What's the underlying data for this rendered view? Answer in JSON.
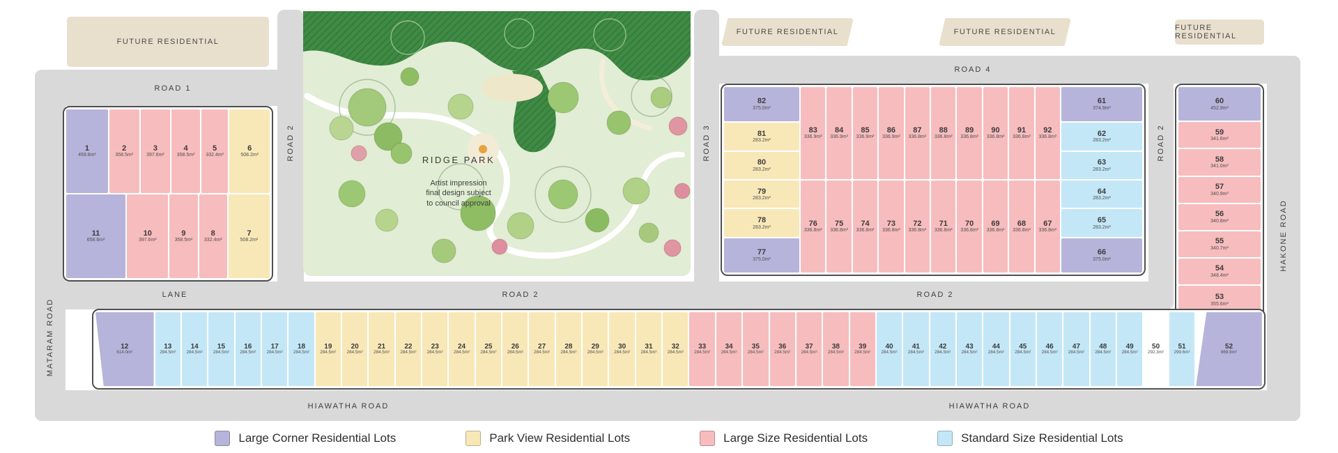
{
  "colors": {
    "corner": "#b6b4da",
    "park": "#f8e8b8",
    "large": "#f7bcbe",
    "standard": "#c3e7f7",
    "open": "#ffffff",
    "future": "#e9dfcd",
    "road": "#d9d9d9",
    "outline": "#4f4f4f"
  },
  "labels": {
    "future_residential": "FUTURE RESIDENTIAL",
    "road1": "ROAD 1",
    "road2": "ROAD 2",
    "road3": "ROAD 3",
    "road4": "ROAD 4",
    "lane": "LANE",
    "mataram": "MATARAM ROAD",
    "hakone": "HAKONE ROAD",
    "hiawatha": "HIAWATHA ROAD"
  },
  "park": {
    "title": "RIDGE PARK",
    "note_lines": [
      "Artist impression",
      "final design subject",
      "to council approval"
    ]
  },
  "legend": [
    {
      "label": "Large Corner Residential Lots",
      "type": "corner"
    },
    {
      "label": "Park View Residential Lots",
      "type": "park"
    },
    {
      "label": "Large Size Residential Lots",
      "type": "large"
    },
    {
      "label": "Standard Size Residential Lots",
      "type": "standard"
    }
  ],
  "blocks": {
    "west_row1": [
      {
        "n": "1",
        "a": "459.8m²",
        "t": "corner",
        "w": 1.4
      },
      {
        "n": "2",
        "a": "358.5m²",
        "t": "large",
        "w": 1
      },
      {
        "n": "3",
        "a": "397.6m²",
        "t": "large",
        "w": 1
      },
      {
        "n": "4",
        "a": "358.5m²",
        "t": "large",
        "w": 0.95
      },
      {
        "n": "5",
        "a": "332.4m²",
        "t": "large",
        "w": 0.9
      },
      {
        "n": "6",
        "a": "508.2m²",
        "t": "park",
        "w": 1.35
      }
    ],
    "west_row2": [
      {
        "n": "11",
        "a": "658.6m²",
        "t": "corner",
        "w": 1.8
      },
      {
        "n": "10",
        "a": "397.6m²",
        "t": "large",
        "w": 1.25
      },
      {
        "n": "9",
        "a": "358.5m²",
        "t": "large",
        "w": 0.85
      },
      {
        "n": "8",
        "a": "332.4m²",
        "t": "large",
        "w": 0.85
      },
      {
        "n": "7",
        "a": "508.2m²",
        "t": "park",
        "w": 1.25
      }
    ],
    "mid_west_col": [
      {
        "n": "82",
        "a": "375.0m²",
        "t": "corner",
        "w": 1.25
      },
      {
        "n": "81",
        "a": "283.2m²",
        "t": "park",
        "w": 1
      },
      {
        "n": "80",
        "a": "283.2m²",
        "t": "park",
        "w": 1
      },
      {
        "n": "79",
        "a": "283.2m²",
        "t": "park",
        "w": 1
      },
      {
        "n": "78",
        "a": "283.2m²",
        "t": "park",
        "w": 1
      },
      {
        "n": "77",
        "a": "375.0m²",
        "t": "corner",
        "w": 1.25
      }
    ],
    "mid_grid_row1": [
      {
        "n": "83",
        "a": "336.9m²",
        "t": "large"
      },
      {
        "n": "84",
        "a": "336.9m²",
        "t": "large"
      },
      {
        "n": "85",
        "a": "336.9m²",
        "t": "large"
      },
      {
        "n": "86",
        "a": "336.9m²",
        "t": "large"
      },
      {
        "n": "87",
        "a": "336.8m²",
        "t": "large"
      },
      {
        "n": "88",
        "a": "336.8m²",
        "t": "large"
      },
      {
        "n": "89",
        "a": "336.8m²",
        "t": "large"
      },
      {
        "n": "90",
        "a": "336.8m²",
        "t": "large"
      },
      {
        "n": "91",
        "a": "336.8m²",
        "t": "large"
      },
      {
        "n": "92",
        "a": "336.8m²",
        "t": "large"
      }
    ],
    "mid_grid_row2": [
      {
        "n": "76",
        "a": "336.8m²",
        "t": "large"
      },
      {
        "n": "75",
        "a": "336.8m²",
        "t": "large"
      },
      {
        "n": "74",
        "a": "336.8m²",
        "t": "large"
      },
      {
        "n": "73",
        "a": "336.8m²",
        "t": "large"
      },
      {
        "n": "72",
        "a": "336.8m²",
        "t": "large"
      },
      {
        "n": "71",
        "a": "336.8m²",
        "t": "large"
      },
      {
        "n": "70",
        "a": "336.8m²",
        "t": "large"
      },
      {
        "n": "69",
        "a": "336.8m²",
        "t": "large"
      },
      {
        "n": "68",
        "a": "336.8m²",
        "t": "large"
      },
      {
        "n": "67",
        "a": "336.8m²",
        "t": "large"
      }
    ],
    "mid_east_col": [
      {
        "n": "61",
        "a": "374.9m²",
        "t": "corner",
        "w": 1.25
      },
      {
        "n": "62",
        "a": "283.2m²",
        "t": "standard",
        "w": 1
      },
      {
        "n": "63",
        "a": "283.2m²",
        "t": "standard",
        "w": 1
      },
      {
        "n": "64",
        "a": "283.2m²",
        "t": "standard",
        "w": 1
      },
      {
        "n": "65",
        "a": "283.2m²",
        "t": "standard",
        "w": 1
      },
      {
        "n": "66",
        "a": "375.0m²",
        "t": "corner",
        "w": 1.25
      }
    ],
    "east_col": [
      {
        "n": "60",
        "a": "452.9m²",
        "t": "corner",
        "w": 1.3
      },
      {
        "n": "59",
        "a": "341.6m²",
        "t": "large",
        "w": 1
      },
      {
        "n": "58",
        "a": "341.0m²",
        "t": "large",
        "w": 1
      },
      {
        "n": "57",
        "a": "340.9m²",
        "t": "large",
        "w": 1
      },
      {
        "n": "56",
        "a": "340.8m²",
        "t": "large",
        "w": 1
      },
      {
        "n": "55",
        "a": "340.7m²",
        "t": "large",
        "w": 1
      },
      {
        "n": "54",
        "a": "348.4m²",
        "t": "large",
        "w": 1
      },
      {
        "n": "53",
        "a": "355.6m²",
        "t": "large",
        "w": 1.1
      }
    ],
    "south_strip": [
      {
        "n": "12",
        "a": "614.0m²",
        "t": "corner",
        "w": 2.3
      },
      {
        "n": "13",
        "a": "284.5m²",
        "t": "standard"
      },
      {
        "n": "14",
        "a": "284.5m²",
        "t": "standard"
      },
      {
        "n": "15",
        "a": "284.5m²",
        "t": "standard"
      },
      {
        "n": "16",
        "a": "284.5m²",
        "t": "standard"
      },
      {
        "n": "17",
        "a": "284.5m²",
        "t": "standard"
      },
      {
        "n": "18",
        "a": "284.5m²",
        "t": "standard"
      },
      {
        "n": "19",
        "a": "284.5m²",
        "t": "park"
      },
      {
        "n": "20",
        "a": "284.5m²",
        "t": "park"
      },
      {
        "n": "21",
        "a": "284.5m²",
        "t": "park"
      },
      {
        "n": "22",
        "a": "284.5m²",
        "t": "park"
      },
      {
        "n": "23",
        "a": "284.5m²",
        "t": "park"
      },
      {
        "n": "24",
        "a": "284.5m²",
        "t": "park"
      },
      {
        "n": "25",
        "a": "284.5m²",
        "t": "park"
      },
      {
        "n": "26",
        "a": "284.5m²",
        "t": "park"
      },
      {
        "n": "27",
        "a": "284.5m²",
        "t": "park"
      },
      {
        "n": "28",
        "a": "284.5m²",
        "t": "park"
      },
      {
        "n": "29",
        "a": "284.5m²",
        "t": "park"
      },
      {
        "n": "30",
        "a": "284.5m²",
        "t": "park"
      },
      {
        "n": "31",
        "a": "284.5m²",
        "t": "park"
      },
      {
        "n": "32",
        "a": "284.5m²",
        "t": "park"
      },
      {
        "n": "33",
        "a": "284.5m²",
        "t": "large"
      },
      {
        "n": "34",
        "a": "284.5m²",
        "t": "large"
      },
      {
        "n": "35",
        "a": "284.5m²",
        "t": "large"
      },
      {
        "n": "36",
        "a": "284.5m²",
        "t": "large"
      },
      {
        "n": "37",
        "a": "284.5m²",
        "t": "large"
      },
      {
        "n": "38",
        "a": "284.5m²",
        "t": "large"
      },
      {
        "n": "39",
        "a": "284.5m²",
        "t": "large"
      },
      {
        "n": "40",
        "a": "284.5m²",
        "t": "standard"
      },
      {
        "n": "41",
        "a": "284.5m²",
        "t": "standard"
      },
      {
        "n": "42",
        "a": "284.5m²",
        "t": "standard"
      },
      {
        "n": "43",
        "a": "284.5m²",
        "t": "standard"
      },
      {
        "n": "44",
        "a": "284.5m²",
        "t": "standard"
      },
      {
        "n": "45",
        "a": "284.5m²",
        "t": "standard"
      },
      {
        "n": "46",
        "a": "284.5m²",
        "t": "standard"
      },
      {
        "n": "47",
        "a": "284.5m²",
        "t": "standard"
      },
      {
        "n": "48",
        "a": "284.5m²",
        "t": "standard"
      },
      {
        "n": "49",
        "a": "284.5m²",
        "t": "standard"
      },
      {
        "n": "50",
        "a": "292.3m²",
        "t": "open",
        "w": 0.95
      },
      {
        "n": "51",
        "a": "299.6m²",
        "t": "standard",
        "w": 1
      },
      {
        "n": "52",
        "a": "969.8m²",
        "t": "corner",
        "w": 2.6
      }
    ]
  }
}
